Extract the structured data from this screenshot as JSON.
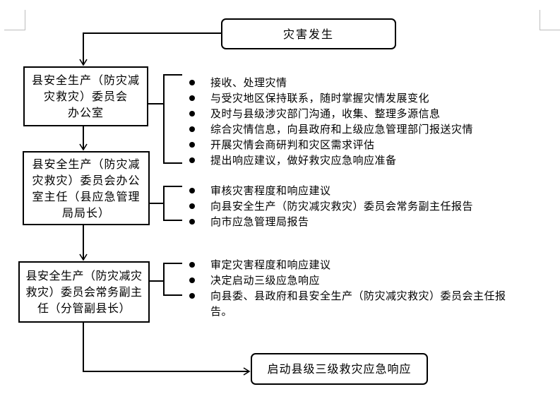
{
  "diagram": {
    "start_node": {
      "label": "灾害发生"
    },
    "steps": [
      {
        "box_lines": [
          "县安全生产（防灾减",
          "灾救灾）委员会",
          "办公室"
        ],
        "actions": [
          "接收、处理灾情",
          "与受灾地区保持联系，随时掌握灾情发展变化",
          "及时与县级涉灾部门沟通，收集、整理多源信息",
          "综合灾情信息，向县政府和上级应急管理部门报送灾情",
          "开展灾情会商研判和灾区需求评估",
          "提出响应建议，做好救灾应急响应准备"
        ]
      },
      {
        "box_lines": [
          "县安全生产（防灾减",
          "灾救灾）委员会办公",
          "室主任（县应急管理",
          "局局长）"
        ],
        "actions": [
          "审核灾害程度和响应建议",
          "向县安全生产（防灾减灾救灾）委员会常务副主任报告",
          "向市应急管理局报告"
        ]
      },
      {
        "box_lines": [
          "县安全生产（防灾减灾",
          "救灾）委员会常务副主",
          "任（分管副县长）"
        ],
        "actions": [
          "审定灾害程度和响应建议",
          "决定启动三级应急响应",
          "向县委、县政府和县安全生产（防灾减灾救灾）委员会主任报告。"
        ]
      }
    ],
    "end_node": {
      "label": "启动县级三级救灾应急响应"
    }
  }
}
